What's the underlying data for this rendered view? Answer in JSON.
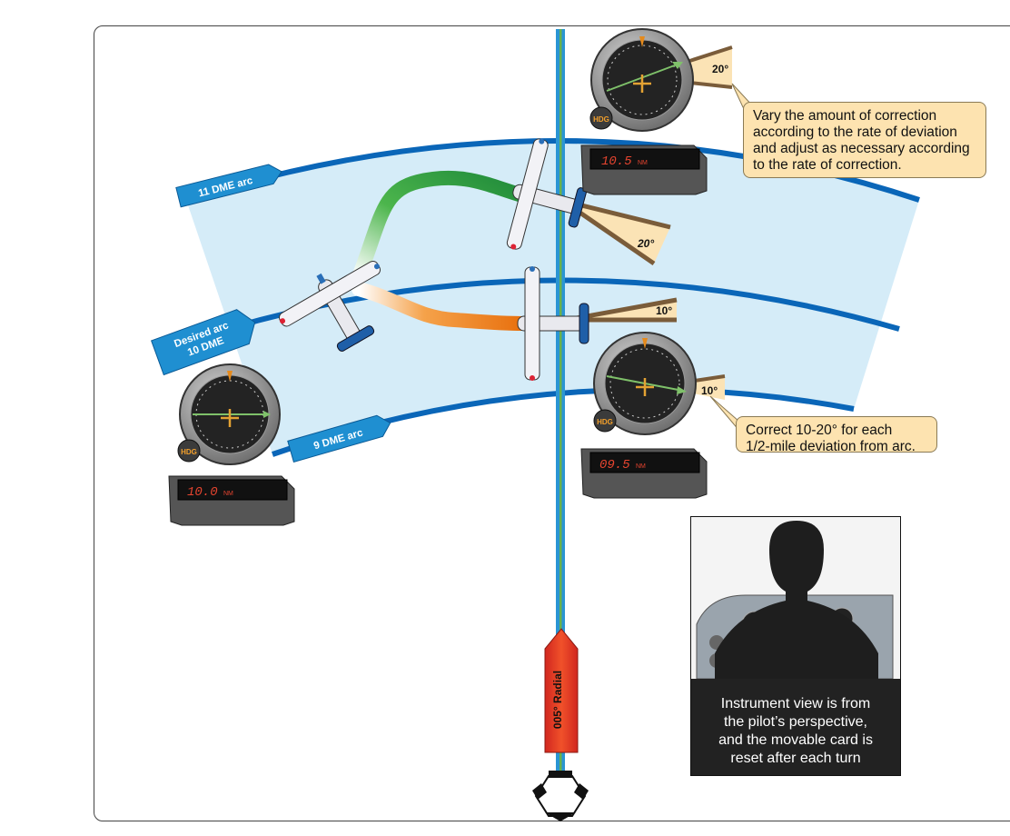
{
  "arcs": {
    "outer": "11 DME arc",
    "desired_line1": "Desired arc",
    "desired_line2": "10 DME",
    "inner": "9 DME arc"
  },
  "radial": "005° Radial",
  "angles": {
    "top_gauge": "20°",
    "upper_plane": "20°",
    "lower_plane": "10°",
    "right_gauge": "10°"
  },
  "dme_readouts": {
    "top": "10.5",
    "left": "10.0",
    "right": "09.5",
    "unit": "NM"
  },
  "hdg_label": "HDG",
  "callouts": {
    "top_lines": [
      "Vary the amount of correction",
      "according to the rate of deviation",
      "and adjust as necessary according",
      "to the rate of correction."
    ],
    "mid_lines": [
      "Correct 10-20° for each",
      "1/2-mile deviation from arc."
    ]
  },
  "cockpit_caption": [
    "Instrument view is from",
    "the pilot’s perspective,",
    "and the movable card is",
    "reset after each turn"
  ],
  "colors": {
    "arc_blue": "#0a66b8",
    "area_fill": "#d5ecf8",
    "radial_blue": "#2a95d3",
    "radial_green": "#6ab04c",
    "callout_fill": "#fde3b0",
    "wedge_fill": "#fbe3b5",
    "wedge_edge": "#7a5c3a"
  }
}
